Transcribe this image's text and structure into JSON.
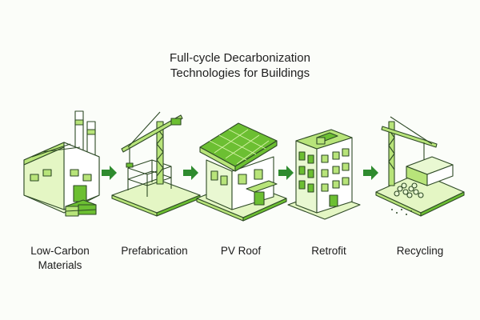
{
  "title": {
    "line1": "Full-cycle Decarbonization",
    "line2": "Technologies for Buildings"
  },
  "stages": [
    {
      "label_line1": "Low-Carbon",
      "label_line2": "Materials"
    },
    {
      "label_line1": "Prefabrication",
      "label_line2": ""
    },
    {
      "label_line1": "PV Roof",
      "label_line2": ""
    },
    {
      "label_line1": "Retrofit",
      "label_line2": ""
    },
    {
      "label_line1": "Recycling",
      "label_line2": ""
    }
  ],
  "watermark": "",
  "colors": {
    "accent_green": "#2e8b2e",
    "light_green": "#c9ef8c",
    "mid_green": "#8fd44a",
    "dark_green": "#2b6b1e",
    "outline": "#2e4a26",
    "ground": "#e4f6c4"
  },
  "icons": [
    "factory-icon",
    "crane-icon",
    "solar-house-icon",
    "apartment-building-icon",
    "recycling-site-icon",
    "arrow-right-icon"
  ]
}
